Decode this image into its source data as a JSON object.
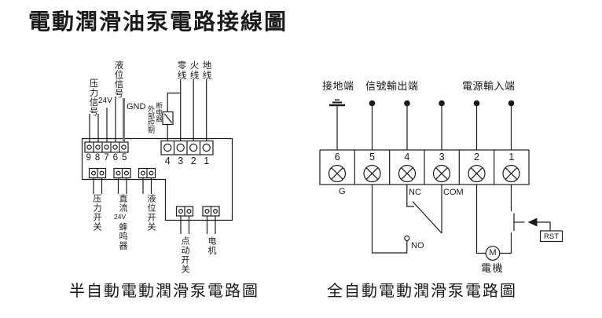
{
  "title": "電動潤滑油泵電路接線圖",
  "left_diagram": {
    "caption": "半自動電動潤滑泵電路圖",
    "top_labels": {
      "pressure_signal": "压力信号",
      "v24": "24V",
      "level_signal": "液位信号",
      "gnd": "GND",
      "external_control": "外部控制",
      "breaker": "断电器",
      "neutral_wire": "零线",
      "live_wire": "火线",
      "earth_wire": "地线"
    },
    "terminal_numbers_small": [
      "9",
      "8",
      "7",
      "6",
      "5"
    ],
    "terminal_numbers_large": [
      "4",
      "3",
      "2",
      "1"
    ],
    "bottom_labels": {
      "pressure_switch": "压力开关",
      "buzzer_dc": "直流",
      "buzzer_v": "24V",
      "buzzer_name": "蜂鸣器",
      "level_switch": "液位开关",
      "jog_switch": "点动开关",
      "motor": "电机"
    }
  },
  "right_diagram": {
    "caption": "全自動電動潤滑泵電路圖",
    "top_labels": {
      "ground_terminal": "接地端",
      "signal_output": "信號輸出端",
      "power_input": "電源輸入端"
    },
    "terminal_numbers": [
      "6",
      "5",
      "4",
      "3",
      "2",
      "1"
    ],
    "contact_labels": {
      "g": "G",
      "nc": "NC",
      "com": "COM",
      "no": "NO"
    },
    "reset_button": "RST",
    "motor_symbol": "M",
    "motor_label": "電機"
  },
  "colors": {
    "line": "#1a1a1a",
    "gnd_wire": "#777777",
    "background": "#ffffff"
  }
}
